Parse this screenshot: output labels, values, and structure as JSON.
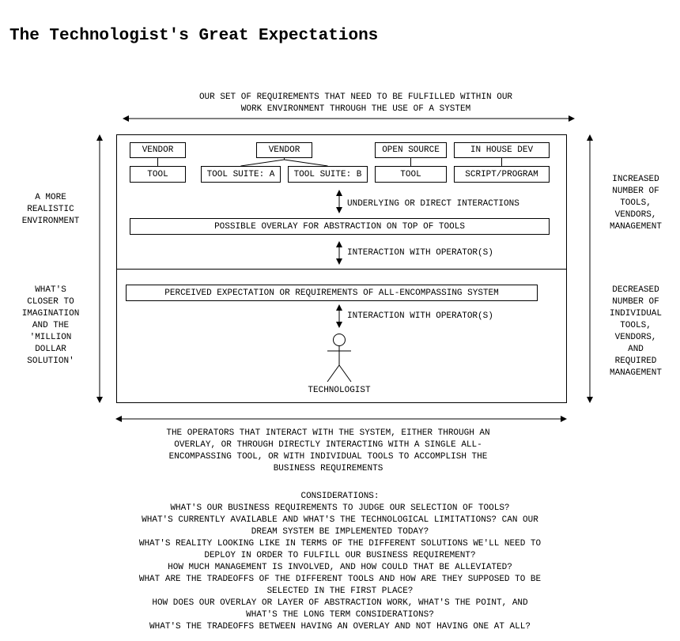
{
  "title": "The Technologist's Great Expectations",
  "top_caption": [
    "OUR SET OF REQUIREMENTS THAT NEED TO BE FULFILLED WITHIN OUR",
    "WORK ENVIRONMENT THROUGH THE USE OF A SYSTEM"
  ],
  "left_upper": [
    "A MORE",
    "REALISTIC",
    "ENVIRONMENT"
  ],
  "left_lower": [
    "WHAT'S",
    "CLOSER TO",
    "IMAGINATION",
    "AND THE",
    "'MILLION",
    "DOLLAR",
    "SOLUTION'"
  ],
  "right_upper": [
    "INCREASED",
    "NUMBER OF",
    "TOOLS,",
    "VENDORS,",
    "MANAGEMENT"
  ],
  "right_lower": [
    "DECREASED",
    "NUMBER OF",
    "INDIVIDUAL",
    "TOOLS,",
    "VENDORS,",
    "AND",
    "REQUIRED",
    "MANAGEMENT"
  ],
  "boxes": {
    "vendor_1": "VENDOR",
    "tool_1": "TOOL",
    "vendor_2": "VENDOR",
    "tool_suite_a": "TOOL SUITE: A",
    "tool_suite_b": "TOOL SUITE: B",
    "open_source": "OPEN SOURCE",
    "tool_3": "TOOL",
    "in_house_dev": "IN HOUSE DEV",
    "script_program": "SCRIPT/PROGRAM",
    "overlay": "POSSIBLE OVERLAY FOR ABSTRACTION ON TOP OF TOOLS",
    "perceived": "PERCEIVED EXPECTATION OR REQUIREMENTS OF ALL-ENCOMPASSING SYSTEM"
  },
  "labels": {
    "underlying": "UNDERLYING OR DIRECT INTERACTIONS",
    "interaction_1": "INTERACTION WITH OPERATOR(S)",
    "interaction_2": "INTERACTION WITH OPERATOR(S)",
    "technologist": "TECHNOLOGIST"
  },
  "bottom_caption": [
    "THE OPERATORS THAT INTERACT WITH THE SYSTEM, EITHER THROUGH AN",
    "OVERLAY, OR THROUGH DIRECTLY INTERACTING WITH A SINGLE ALL-",
    "ENCOMPASSING TOOL, OR WITH INDIVIDUAL TOOLS TO ACCOMPLISH THE",
    "BUSINESS REQUIREMENTS"
  ],
  "considerations": [
    "CONSIDERATIONS:",
    "WHAT'S OUR BUSINESS REQUIREMENTS TO JUDGE OUR SELECTION OF TOOLS?",
    "WHAT'S CURRENTLY AVAILABLE AND WHAT'S THE TECHNOLOGICAL LIMITATIONS? CAN OUR",
    "DREAM SYSTEM BE IMPLEMENTED TODAY?",
    "WHAT'S REALITY LOOKING LIKE IN TERMS OF THE DIFFERENT SOLUTIONS WE'LL NEED TO",
    "DEPLOY IN ORDER TO FULFILL OUR BUSINESS REQUIREMENT?",
    "HOW MUCH MANAGEMENT IS INVOLVED, AND HOW COULD THAT BE ALLEVIATED?",
    "WHAT ARE THE TRADEOFFS OF THE DIFFERENT TOOLS AND HOW ARE THEY SUPPOSED TO BE",
    "SELECTED IN THE FIRST PLACE?",
    "HOW DOES OUR OVERLAY OR LAYER OF ABSTRACTION WORK, WHAT'S THE POINT, AND",
    "WHAT'S THE LONG TERM CONSIDERATIONS?",
    "WHAT'S THE TRADEOFFS BETWEEN HAVING AN OVERLAY AND NOT HAVING ONE AT ALL?"
  ]
}
